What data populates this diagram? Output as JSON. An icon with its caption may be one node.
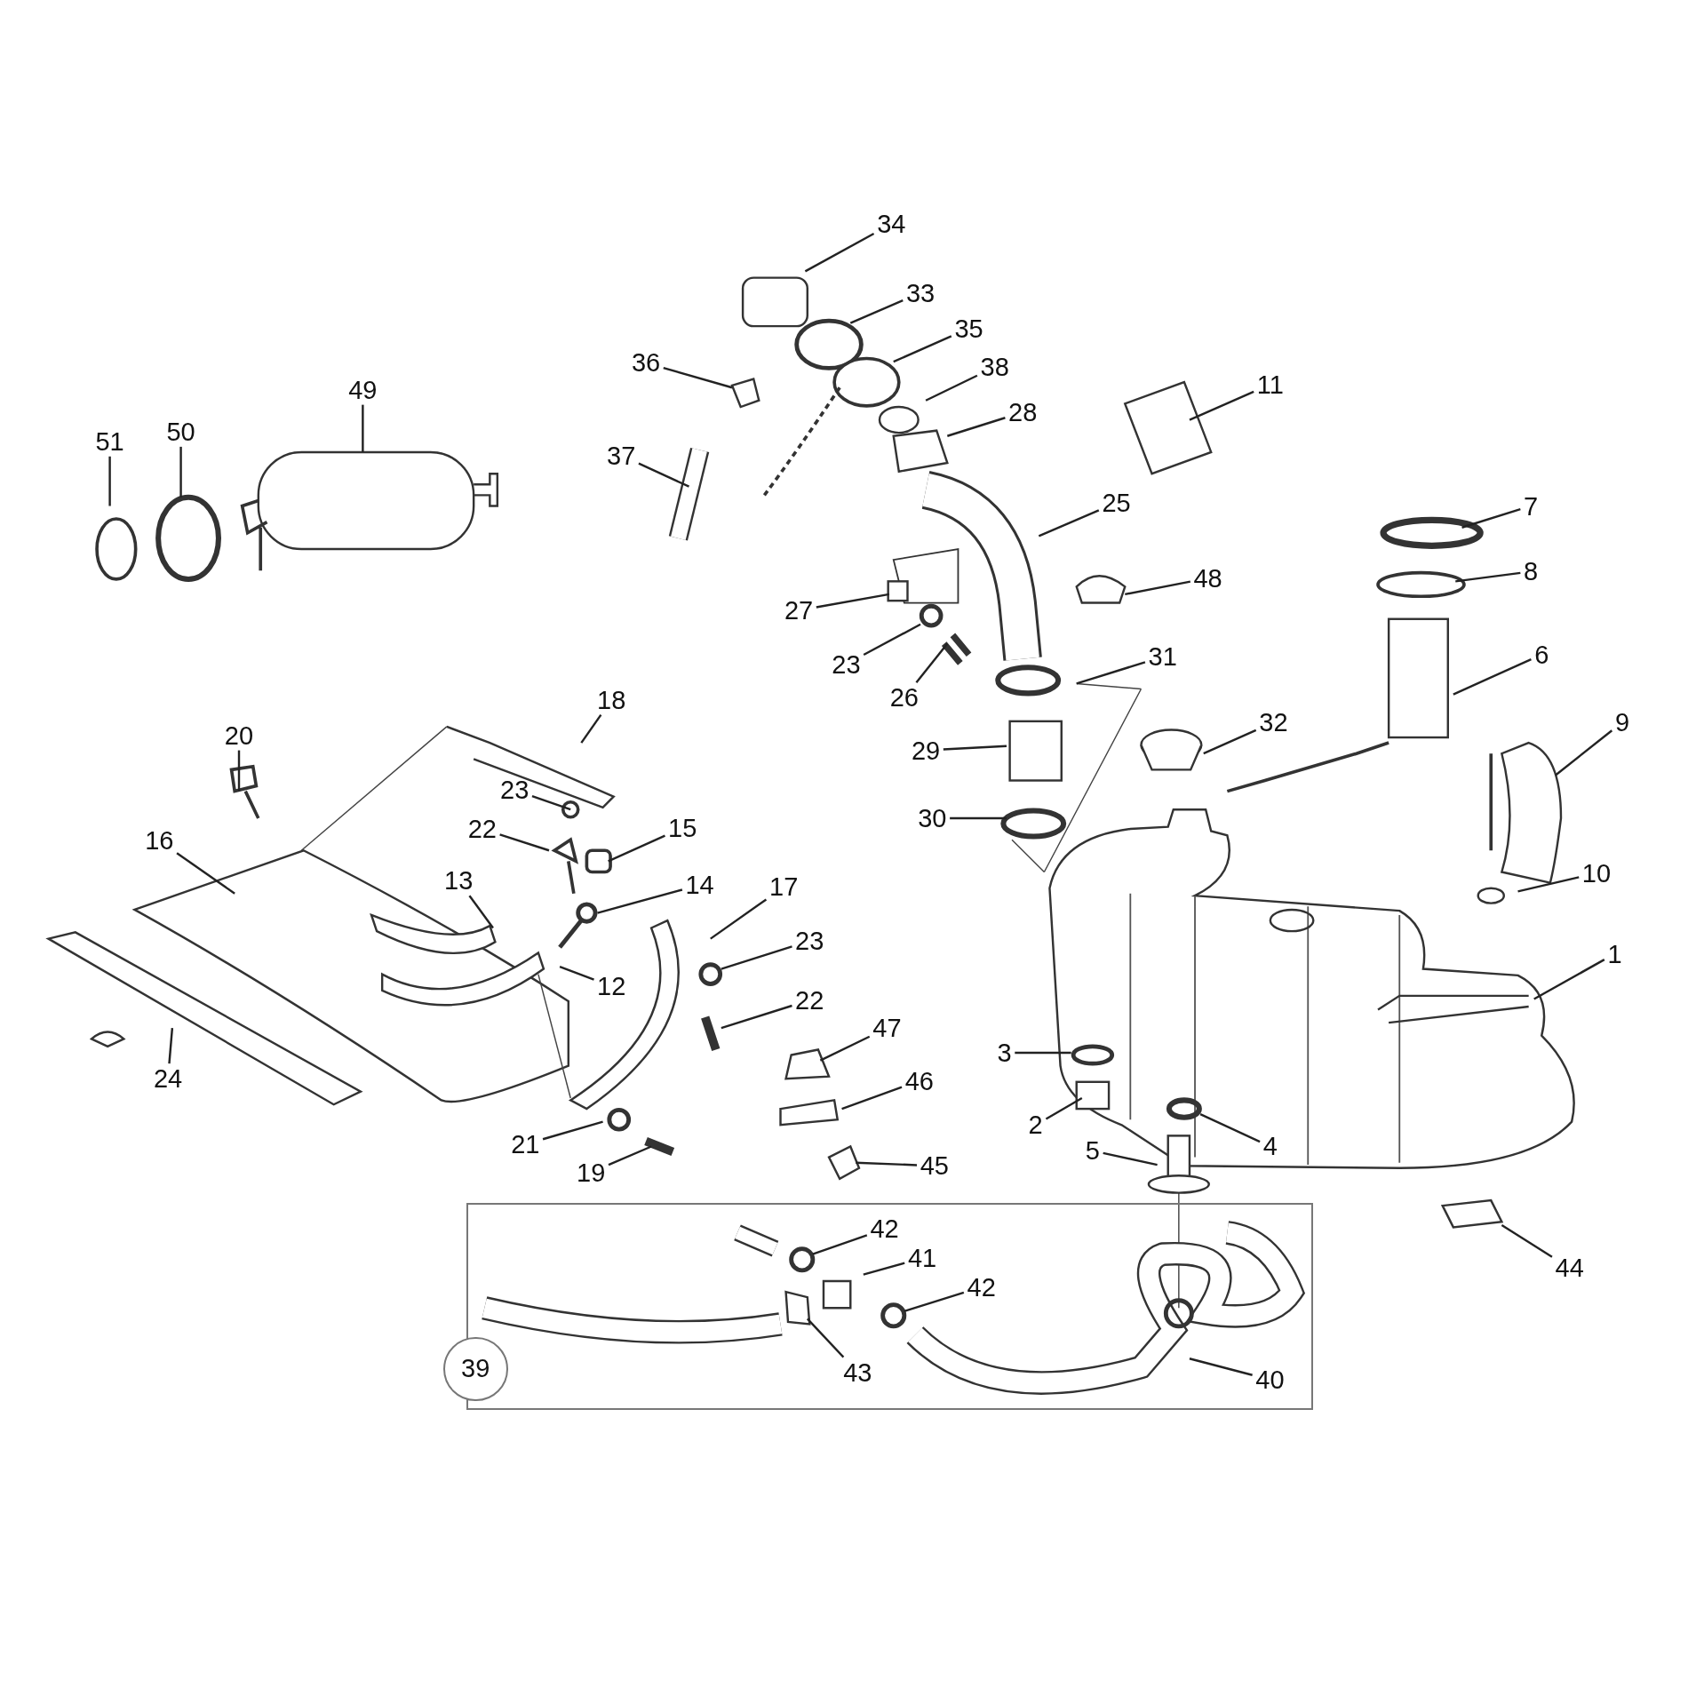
{
  "diagram": {
    "nodes": [
      {
        "text": [
          "34"
        ]
      },
      {
        "text": [
          "33"
        ]
      },
      {
        "text": [
          "35"
        ]
      },
      {
        "text": [
          "36"
        ]
      },
      {
        "text": [
          "38"
        ]
      },
      {
        "text": [
          "11"
        ]
      },
      {
        "text": [
          "49"
        ]
      },
      {
        "text": [
          "28"
        ]
      },
      {
        "text": [
          "51"
        ]
      },
      {
        "text": [
          "50"
        ]
      },
      {
        "text": [
          "37"
        ]
      },
      {
        "text": [
          "25"
        ]
      },
      {
        "text": [
          "7"
        ]
      },
      {
        "text": [
          "8"
        ]
      },
      {
        "text": [
          "48"
        ]
      },
      {
        "text": [
          "27"
        ]
      },
      {
        "text": [
          "6"
        ]
      },
      {
        "text": [
          "23"
        ]
      },
      {
        "text": [
          "31"
        ]
      },
      {
        "text": [
          "26"
        ]
      },
      {
        "text": [
          "18"
        ]
      },
      {
        "text": [
          "20"
        ]
      },
      {
        "text": [
          "32"
        ]
      },
      {
        "text": [
          "9"
        ]
      },
      {
        "text": [
          "29"
        ]
      },
      {
        "text": [
          "23"
        ]
      },
      {
        "text": [
          "22"
        ]
      },
      {
        "text": [
          "15"
        ]
      },
      {
        "text": [
          "30"
        ]
      },
      {
        "text": [
          "16"
        ]
      },
      {
        "text": [
          "10"
        ]
      },
      {
        "text": [
          "13"
        ]
      },
      {
        "text": [
          "14"
        ]
      },
      {
        "text": [
          "17"
        ]
      },
      {
        "text": [
          "23"
        ]
      },
      {
        "text": [
          "1"
        ]
      },
      {
        "text": [
          "12"
        ]
      },
      {
        "text": [
          "22"
        ]
      },
      {
        "text": [
          "47"
        ]
      },
      {
        "text": [
          "3"
        ]
      },
      {
        "text": [
          "24"
        ]
      },
      {
        "text": [
          "46"
        ]
      },
      {
        "text": [
          "2"
        ]
      },
      {
        "text": [
          "21"
        ]
      },
      {
        "text": [
          "4"
        ]
      },
      {
        "text": [
          "5"
        ]
      },
      {
        "text": [
          "45"
        ]
      },
      {
        "text": [
          "19"
        ]
      },
      {
        "text": [],
        "shape": "box"
      },
      {
        "text": [
          "42"
        ],
        "in": 48
      },
      {
        "text": [
          "41"
        ],
        "in": 48
      },
      {
        "text": [
          "42"
        ],
        "in": 48
      },
      {
        "text": [
          "39"
        ],
        "in": 48
      },
      {
        "text": [
          "43"
        ],
        "in": 48
      },
      {
        "text": [
          "40"
        ],
        "in": 48
      },
      {
        "text": [
          "44"
        ]
      }
    ],
    "edges": [
      {
        "from": 0,
        "to": null,
        "arrow": "none"
      },
      {
        "from": 1,
        "to": null,
        "arrow": "none"
      },
      {
        "from": 2,
        "to": null,
        "arrow": "none"
      },
      {
        "from": 3,
        "to": null,
        "arrow": "none"
      },
      {
        "from": 4,
        "to": null,
        "arrow": "none"
      },
      {
        "from": 5,
        "to": null,
        "arrow": "none"
      },
      {
        "from": 6,
        "to": null,
        "arrow": "none"
      },
      {
        "from": 7,
        "to": null,
        "arrow": "none"
      },
      {
        "from": 8,
        "to": null,
        "arrow": "none"
      },
      {
        "from": 9,
        "to": null,
        "arrow": "none"
      },
      {
        "from": 10,
        "to": null,
        "arrow": "none"
      },
      {
        "from": 11,
        "to": null,
        "arrow": "none"
      },
      {
        "from": 12,
        "to": null,
        "arrow": "none"
      },
      {
        "from": 13,
        "to": null,
        "arrow": "none"
      },
      {
        "from": 14,
        "to": null,
        "arrow": "none"
      },
      {
        "from": 15,
        "to": null,
        "arrow": "none"
      },
      {
        "from": 16,
        "to": null,
        "arrow": "none"
      },
      {
        "from": 17,
        "to": null,
        "arrow": "none"
      },
      {
        "from": 18,
        "to": null,
        "arrow": "none"
      },
      {
        "from": 19,
        "to": null,
        "arrow": "none"
      },
      {
        "from": 20,
        "to": null,
        "arrow": "none"
      },
      {
        "from": 21,
        "to": null,
        "arrow": "none"
      },
      {
        "from": 22,
        "to": null,
        "arrow": "none"
      },
      {
        "from": 23,
        "to": null,
        "arrow": "none"
      },
      {
        "from": 24,
        "to": null,
        "arrow": "none"
      },
      {
        "from": 25,
        "to": null,
        "arrow": "none"
      },
      {
        "from": 26,
        "to": null,
        "arrow": "none"
      },
      {
        "from": 27,
        "to": null,
        "arrow": "none"
      },
      {
        "from": 28,
        "to": null,
        "arrow": "none"
      },
      {
        "from": 29,
        "to": null,
        "arrow": "none"
      },
      {
        "from": 30,
        "to": null,
        "arrow": "none"
      },
      {
        "from": 31,
        "to": null,
        "arrow": "none"
      },
      {
        "from": 32,
        "to": null,
        "arrow": "none"
      },
      {
        "from": 33,
        "to": null,
        "arrow": "none"
      },
      {
        "from": 34,
        "to": null,
        "arrow": "none"
      },
      {
        "from": 35,
        "to": null,
        "arrow": "none"
      },
      {
        "from": 36,
        "to": null,
        "arrow": "none"
      },
      {
        "from": 37,
        "to": null,
        "arrow": "none"
      },
      {
        "from": 38,
        "to": null,
        "arrow": "none"
      },
      {
        "from": 39,
        "to": null,
        "arrow": "none"
      },
      {
        "from": 40,
        "to": null,
        "arrow": "none"
      },
      {
        "from": 41,
        "to": null,
        "arrow": "none"
      },
      {
        "from": 42,
        "to": null,
        "arrow": "none"
      },
      {
        "from": 43,
        "to": null,
        "arrow": "none"
      },
      {
        "from": 44,
        "to": null,
        "arrow": "none"
      },
      {
        "from": 45,
        "to": null,
        "arrow": "none"
      },
      {
        "from": 46,
        "to": null,
        "arrow": "none"
      },
      {
        "from": 47,
        "to": null,
        "arrow": "none"
      },
      {
        "from": 49,
        "to": null,
        "arrow": "none"
      },
      {
        "from": 50,
        "to": null,
        "arrow": "none"
      },
      {
        "from": 51,
        "to": null,
        "arrow": "none"
      },
      {
        "from": 53,
        "to": null,
        "arrow": "none"
      },
      {
        "from": 54,
        "to": null,
        "arrow": "none"
      },
      {
        "from": 55,
        "to": null,
        "arrow": "none"
      }
    ]
  }
}
